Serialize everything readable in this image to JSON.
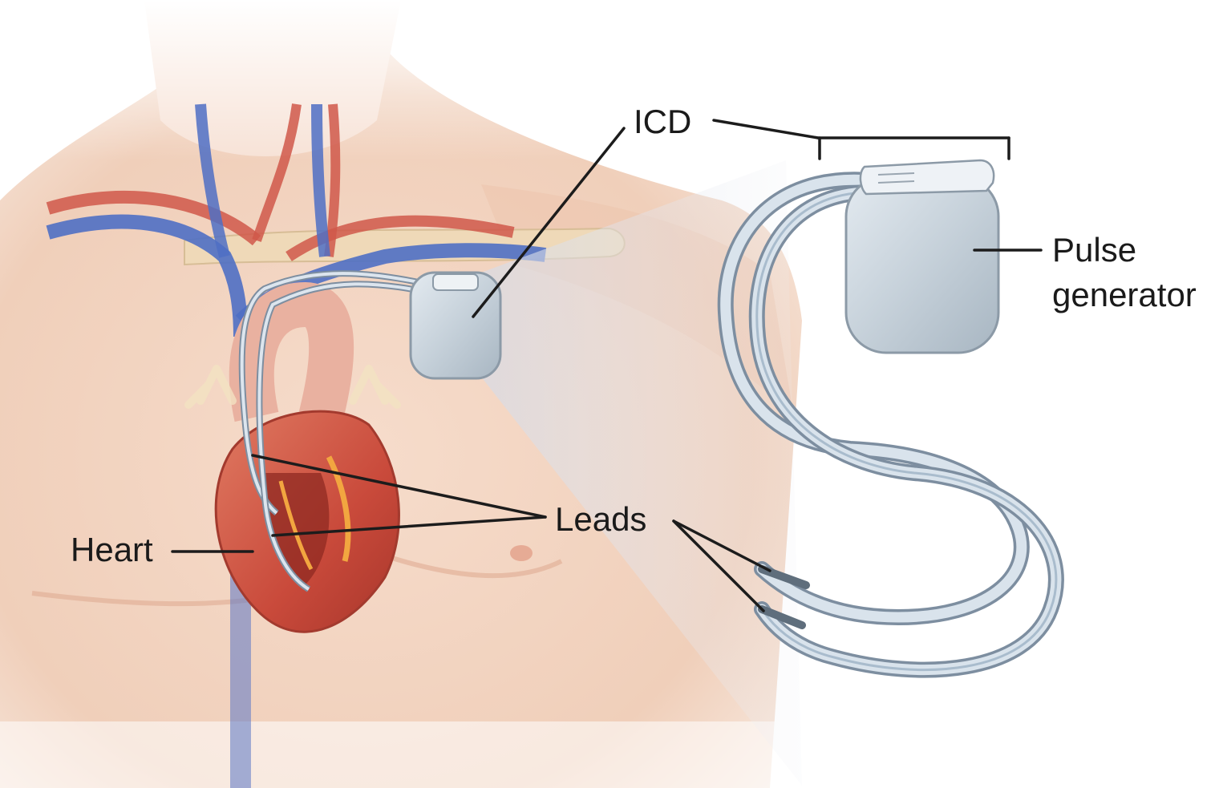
{
  "labels": {
    "icd": "ICD",
    "pulse_generator_line1": "Pulse",
    "pulse_generator_line2": "generator",
    "leads": "Leads",
    "heart": "Heart"
  },
  "colors": {
    "background": "#ffffff",
    "skin": "#f3d6c4",
    "skin_shadow": "#e7b9a0",
    "vein_blue": "#4f6fc4",
    "artery_red": "#d0584a",
    "heart_red": "#c74b3a",
    "device_gray": "#c7d2db",
    "lead_outline": "#7d8ea0",
    "label_text": "#1a1a1a"
  }
}
